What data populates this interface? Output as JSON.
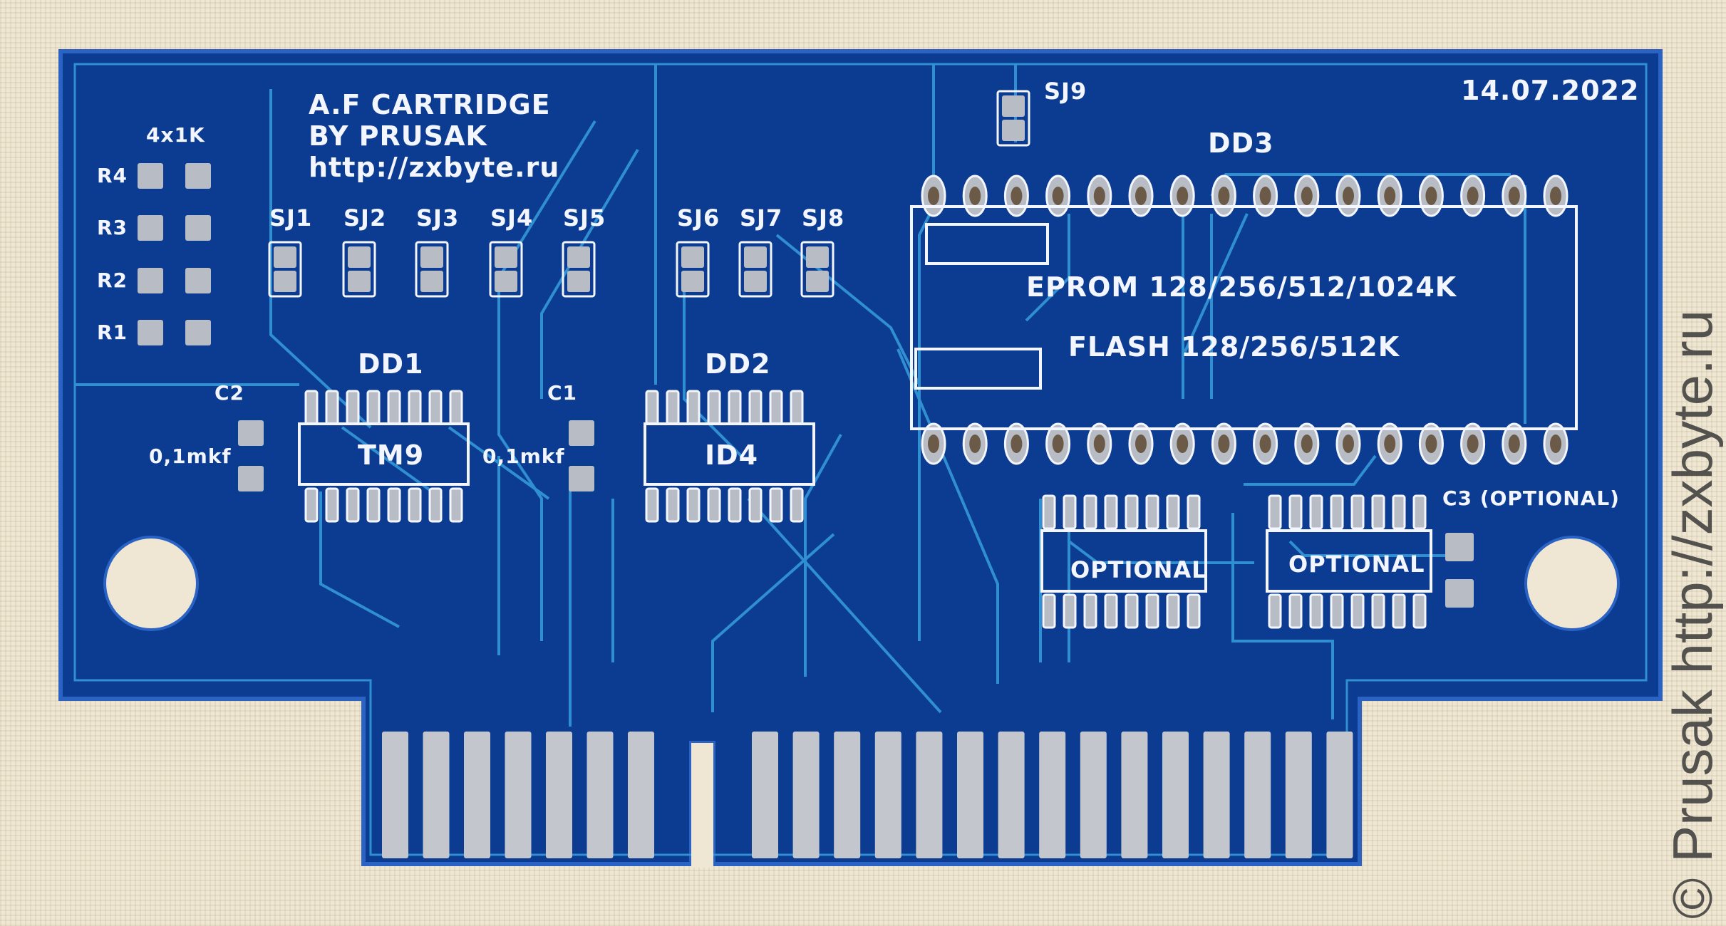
{
  "board": {
    "title_lines": [
      "A.F CARTRIDGE",
      "BY PRUSAK",
      "http://zxbyte.ru"
    ],
    "date": "14.07.2022",
    "resistor_array_label": "4x1K",
    "resistors": [
      "R4",
      "R3",
      "R2",
      "R1"
    ],
    "jumpers": [
      "SJ1",
      "SJ2",
      "SJ3",
      "SJ4",
      "SJ5",
      "SJ6",
      "SJ7",
      "SJ8",
      "SJ9"
    ],
    "chips": {
      "dd1": {
        "ref": "DD1",
        "value": "TM9"
      },
      "dd2": {
        "ref": "DD2",
        "value": "ID4"
      },
      "dd3": {
        "ref": "DD3",
        "eprom": "EPROM 128/256/512/1024K",
        "flash": "FLASH 128/256/512K"
      },
      "optional_left": {
        "value": "OPTIONAL"
      },
      "optional_right": {
        "value": "OPTIONAL"
      }
    },
    "capacitors": {
      "c1": {
        "ref": "C1",
        "value": "0,1mkf"
      },
      "c2": {
        "ref": "C2",
        "value": "0,1mkf"
      },
      "c3": {
        "ref": "C3 (OPTIONAL)"
      }
    },
    "edge_fingers": {
      "left_count": 7,
      "right_count": 15
    }
  },
  "watermark": "© Prusak  http://zxbyte.ru",
  "colors": {
    "soldermask": "#0b3c92",
    "trace": "#2f8fd0",
    "silk": "#f4f6ff",
    "pad": "#b8bcc4"
  }
}
